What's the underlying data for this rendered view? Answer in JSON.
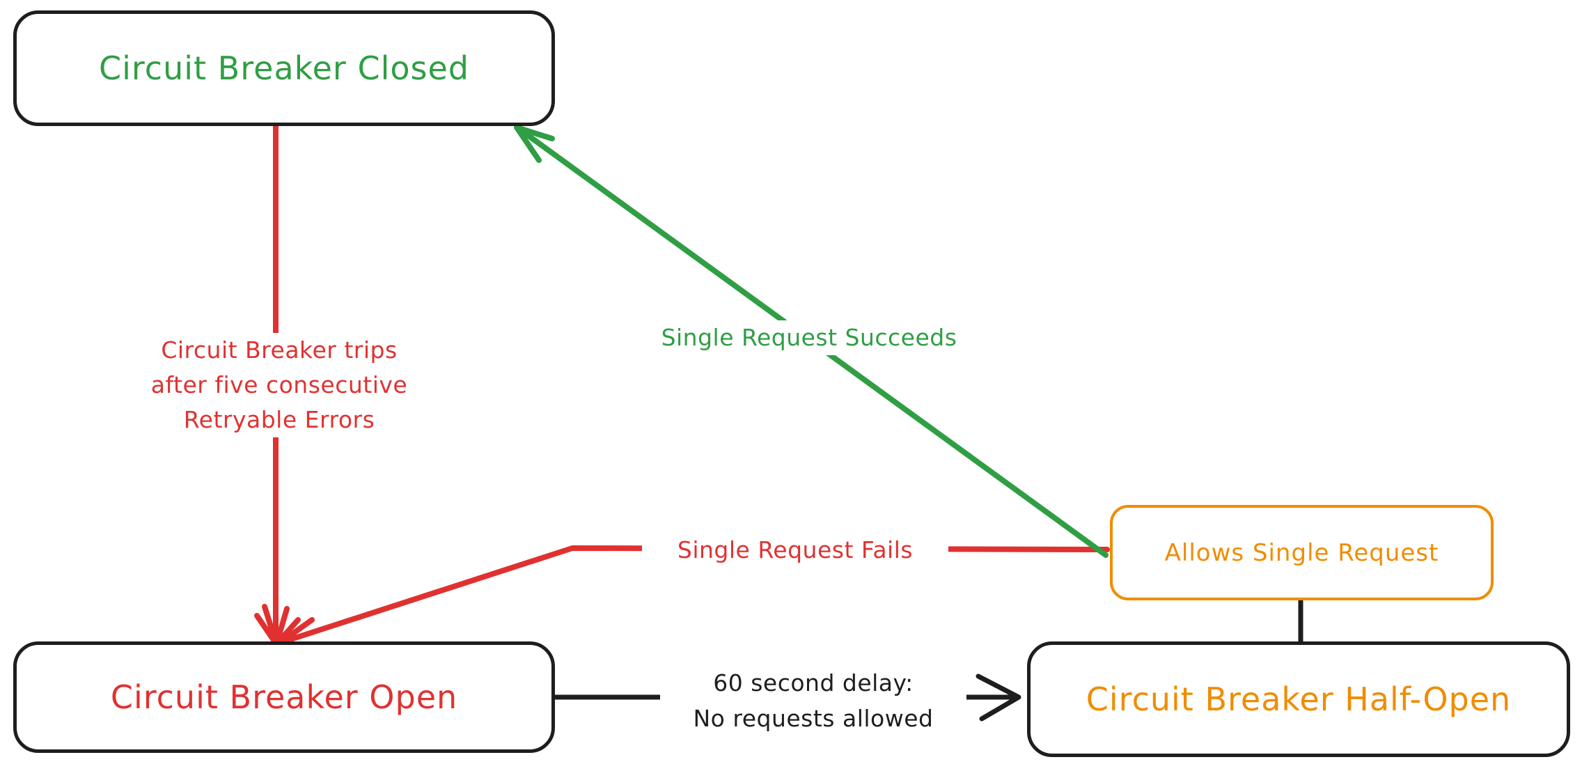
{
  "colors": {
    "green": "#2f9e44",
    "red": "#e03131",
    "orange": "#f08c00",
    "ink": "#1e1e1e",
    "background": "#ffffff"
  },
  "nodes": {
    "closed": {
      "label": "Circuit Breaker Closed",
      "text_color": "#2f9e44",
      "border_color": "#1e1e1e"
    },
    "open": {
      "label": "Circuit Breaker Open",
      "text_color": "#e03131",
      "border_color": "#1e1e1e"
    },
    "half_open": {
      "label": "Circuit Breaker Half-Open",
      "text_color": "#f08c00",
      "border_color": "#1e1e1e"
    },
    "allows": {
      "label": "Allows Single Request",
      "text_color": "#f08c00",
      "border_color": "#f08c00"
    }
  },
  "edges": {
    "trips": {
      "from": "closed",
      "to": "open",
      "label": "Circuit Breaker trips\nafter five consecutive\nRetryable Errors",
      "color": "#e03131"
    },
    "succeeds": {
      "from": "allows",
      "to": "closed",
      "label": "Single Request Succeeds",
      "color": "#2f9e44"
    },
    "fails": {
      "from": "allows",
      "to": "open",
      "label": "Single Request Fails",
      "color": "#e03131"
    },
    "delay": {
      "from": "open",
      "to": "half_open",
      "label": "60 second delay:\nNo requests allowed",
      "color": "#1e1e1e"
    },
    "connector": {
      "from": "allows",
      "to": "half_open",
      "label": "",
      "color": "#1e1e1e"
    }
  }
}
